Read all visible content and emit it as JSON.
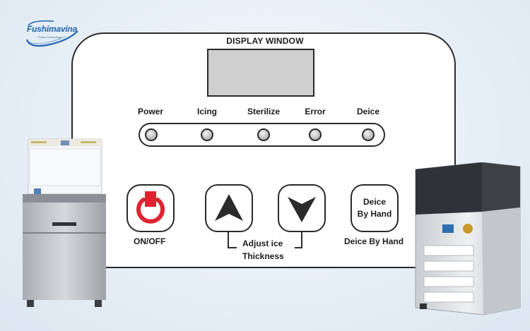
{
  "brand": {
    "name": "Fushimavina",
    "tagline": "Future Technology",
    "color": "#1f64b0"
  },
  "panel": {
    "display_label": "DISPLAY WINDOW",
    "indicators": [
      {
        "label": "Power"
      },
      {
        "label": "Icing"
      },
      {
        "label": "Sterilize"
      },
      {
        "label": "Error"
      },
      {
        "label": "Deice"
      }
    ],
    "buttons": {
      "power": {
        "caption": "ON/OFF",
        "icon": "power-icon",
        "color": "#e0242f"
      },
      "up": {
        "icon": "arrow-up-icon"
      },
      "down": {
        "icon": "arrow-down-icon"
      },
      "deice": {
        "line1": "Deice",
        "line2": "By Hand",
        "caption": "Deice By Hand"
      }
    },
    "adjust": {
      "line1": "Adjust ice",
      "line2": "Thickness"
    }
  }
}
